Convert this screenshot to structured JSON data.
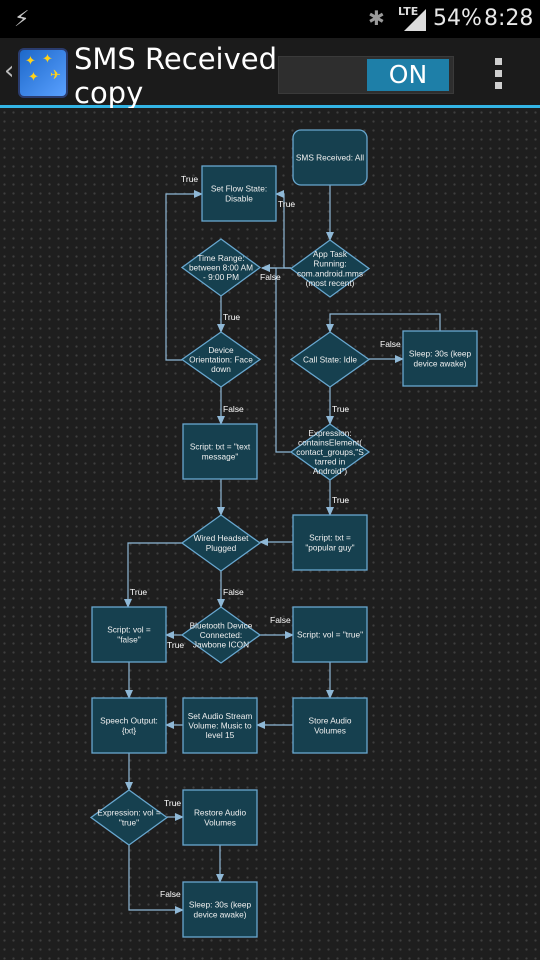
{
  "status_bar": {
    "icons": [
      "bolt-icon",
      "bluetooth-icon",
      "lte-signal-icon"
    ],
    "lte": "LTE",
    "battery": "54%",
    "time": "8:28"
  },
  "action_bar": {
    "title": "SMS Received copy",
    "toggle": "ON",
    "icons": [
      "back-icon",
      "app-icon",
      "overflow-menu-icon"
    ]
  },
  "accent_color": "#33b5e5",
  "flow": {
    "nodes": [
      {
        "id": "sms-received",
        "type": "trigger",
        "label": "SMS Received: All"
      },
      {
        "id": "set-flow-state",
        "type": "action",
        "label": "Set Flow State: Disable"
      },
      {
        "id": "app-task-running",
        "type": "decision",
        "label": "App Task Running: com.android.mms (most recent)"
      },
      {
        "id": "time-range",
        "type": "decision",
        "label": "Time Range: between 8:00 AM - 9:00 PM"
      },
      {
        "id": "call-state",
        "type": "decision",
        "label": "Call State: Idle"
      },
      {
        "id": "sleep-top",
        "type": "action",
        "label": "Sleep: 30s (keep device awake)"
      },
      {
        "id": "device-orientation",
        "type": "decision",
        "label": "Device Orientation: Face down"
      },
      {
        "id": "expression-contains",
        "type": "decision",
        "label": "Expression: containsElement( contact_groups,\"S tarred in Android\")"
      },
      {
        "id": "script-text-message",
        "type": "action",
        "label": "Script: txt = \"text message\""
      },
      {
        "id": "script-popular-guy",
        "type": "action",
        "label": "Script: txt = \"popular guy\""
      },
      {
        "id": "wired-headset",
        "type": "decision",
        "label": "Wired Headset Plugged"
      },
      {
        "id": "script-vol-false",
        "type": "action",
        "label": "Script: vol = \"false\""
      },
      {
        "id": "bluetooth-device",
        "type": "decision",
        "label": "Bluetooth Device Connected: Jawbone ICON"
      },
      {
        "id": "script-vol-true",
        "type": "action",
        "label": "Script: vol = \"true\""
      },
      {
        "id": "speech-output",
        "type": "action",
        "label": "Speech Output: {txt}"
      },
      {
        "id": "set-audio-stream",
        "type": "action",
        "label": "Set Audio Stream Volume: Music to level 15"
      },
      {
        "id": "store-audio",
        "type": "action",
        "label": "Store Audio Volumes"
      },
      {
        "id": "expression-vol",
        "type": "decision",
        "label": "Expression: vol = \"true\""
      },
      {
        "id": "restore-audio",
        "type": "action",
        "label": "Restore Audio Volumes"
      },
      {
        "id": "sleep-bottom",
        "type": "action",
        "label": "Sleep: 30s (keep device awake)"
      }
    ],
    "edges": [
      {
        "from": "sms-received",
        "to": "app-task-running",
        "label": ""
      },
      {
        "from": "app-task-running",
        "to": "set-flow-state",
        "label": "True"
      },
      {
        "from": "app-task-running",
        "to": "time-range",
        "label": "False"
      },
      {
        "from": "time-range",
        "to": "device-orientation",
        "label": "True"
      },
      {
        "from": "device-orientation",
        "to": "set-flow-state",
        "label": "True"
      },
      {
        "from": "device-orientation",
        "to": "script-text-message",
        "label": "False"
      },
      {
        "from": "sleep-top",
        "to": "call-state",
        "label": ""
      },
      {
        "from": "call-state",
        "to": "sleep-top",
        "label": "False"
      },
      {
        "from": "call-state",
        "to": "expression-contains",
        "label": "True"
      },
      {
        "from": "expression-contains",
        "to": "script-popular-guy",
        "label": "True"
      },
      {
        "from": "expression-contains",
        "to": "time-range",
        "label": "False"
      },
      {
        "from": "script-text-message",
        "to": "wired-headset",
        "label": ""
      },
      {
        "from": "script-popular-guy",
        "to": "wired-headset",
        "label": ""
      },
      {
        "from": "wired-headset",
        "to": "script-vol-false",
        "label": "True"
      },
      {
        "from": "wired-headset",
        "to": "bluetooth-device",
        "label": "False"
      },
      {
        "from": "bluetooth-device",
        "to": "script-vol-false",
        "label": "True"
      },
      {
        "from": "bluetooth-device",
        "to": "script-vol-true",
        "label": "False"
      },
      {
        "from": "script-vol-false",
        "to": "speech-output",
        "label": ""
      },
      {
        "from": "script-vol-true",
        "to": "store-audio",
        "label": ""
      },
      {
        "from": "store-audio",
        "to": "set-audio-stream",
        "label": ""
      },
      {
        "from": "set-audio-stream",
        "to": "speech-output",
        "label": ""
      },
      {
        "from": "speech-output",
        "to": "expression-vol",
        "label": ""
      },
      {
        "from": "expression-vol",
        "to": "restore-audio",
        "label": "True"
      },
      {
        "from": "expression-vol",
        "to": "sleep-bottom",
        "label": "False"
      },
      {
        "from": "restore-audio",
        "to": "sleep-bottom",
        "label": ""
      }
    ]
  }
}
